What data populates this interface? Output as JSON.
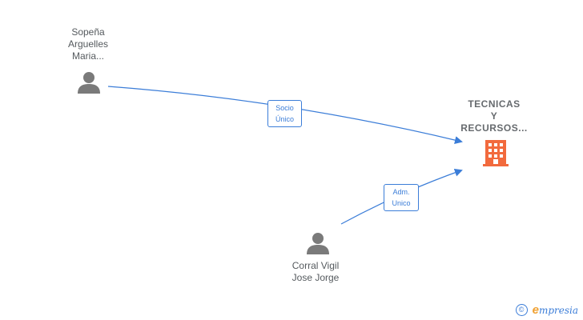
{
  "nodes": {
    "person_1": {
      "lines": [
        "Sopeña",
        "Arguelles",
        "Maria..."
      ]
    },
    "person_2": {
      "lines": [
        "Corral Vigil",
        "Jose Jorge"
      ]
    },
    "company": {
      "lines": [
        "TECNICAS",
        "Y",
        "RECURSOS..."
      ]
    }
  },
  "edges": {
    "edge_1": {
      "lines": [
        "Socio",
        "Único"
      ]
    },
    "edge_2": {
      "lines": [
        "Adm.",
        "Unico"
      ]
    }
  },
  "brand": {
    "copyright": "©",
    "first_letter": "e",
    "rest": "mpresia"
  },
  "colors": {
    "edge": "#3b7dd8",
    "company_icon": "#f26a3d",
    "person_icon": "#7a7a7a"
  }
}
